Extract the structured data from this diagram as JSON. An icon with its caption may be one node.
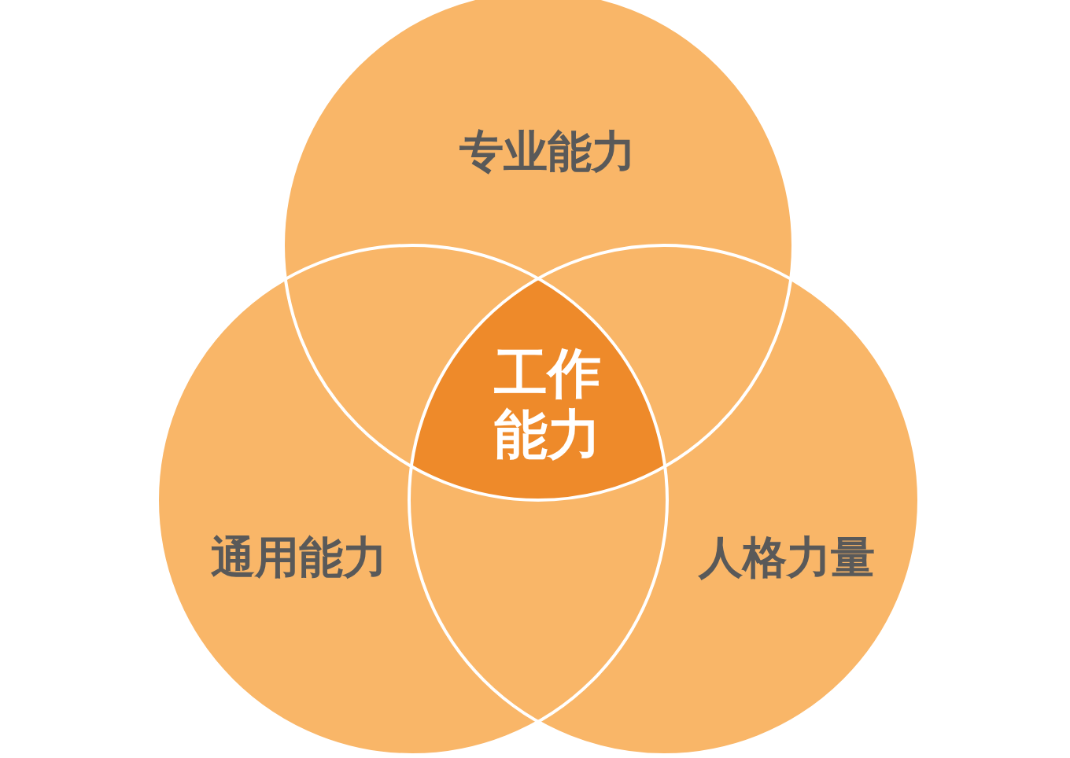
{
  "diagram": {
    "nodes": [
      {
        "text": [
          "专业能力"
        ]
      },
      {
        "text": [
          "通用能力"
        ]
      },
      {
        "text": [
          "人格力量"
        ]
      },
      {
        "text": [
          "工作能力"
        ]
      }
    ]
  }
}
